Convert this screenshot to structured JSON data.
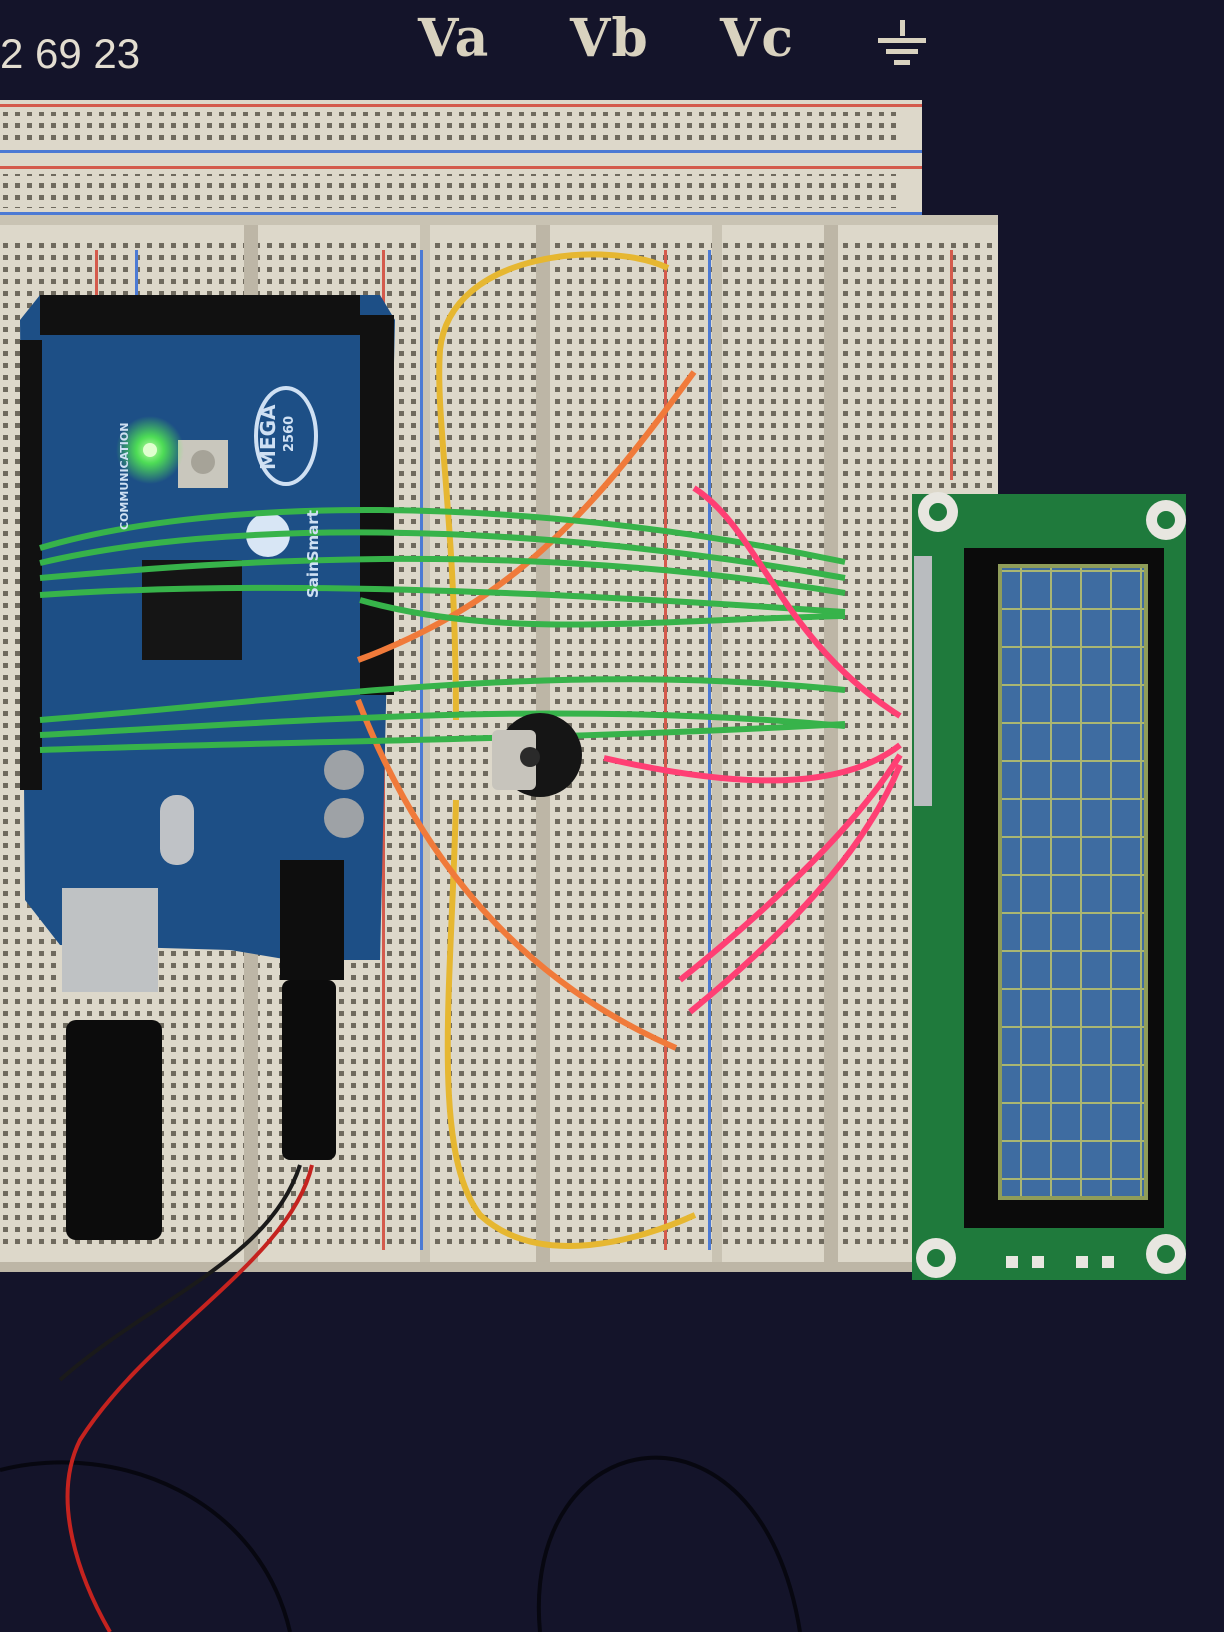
{
  "labels": {
    "caption": "2 69 23",
    "va": "Va",
    "vb": "Vb",
    "vc": "Vc"
  },
  "board": {
    "model": "MEGA",
    "sub": "2560",
    "brand": "SainSmart",
    "comm": "COMMUNICATION"
  },
  "colors": {
    "background": "#14142a",
    "breadboard": "#ddd8ca",
    "arduino": "#1d4f86",
    "wire_green": "#37b34a",
    "wire_orange": "#f07a3a",
    "wire_yellow": "#e6b731",
    "wire_pink": "#ff3f74",
    "lcd_pcb": "#1f7a3c",
    "lcd_screen": "#3f6a9c",
    "led": "#59ff4a"
  }
}
